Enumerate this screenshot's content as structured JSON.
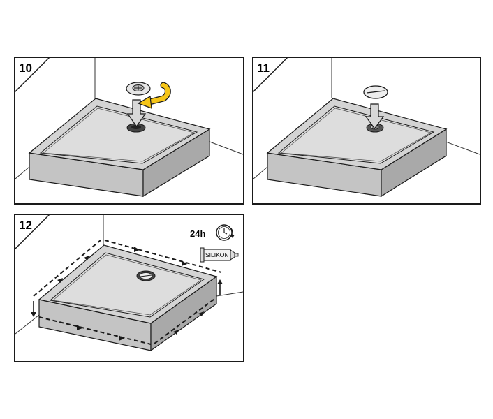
{
  "panels": [
    {
      "step": "10"
    },
    {
      "step": "11"
    },
    {
      "step": "12",
      "cure_time": "24h",
      "sealant_label": "SILIKON"
    }
  ],
  "colors": {
    "tray_top": "#d4d4d4",
    "tray_side": "#c4c4c4",
    "tray_side_dark": "#a9a9a9",
    "tray_basin": "#dddddd",
    "arrow_fill": "#d8d8d8",
    "turn_arrow": "#f5c518",
    "outline": "#1a1a1a"
  }
}
